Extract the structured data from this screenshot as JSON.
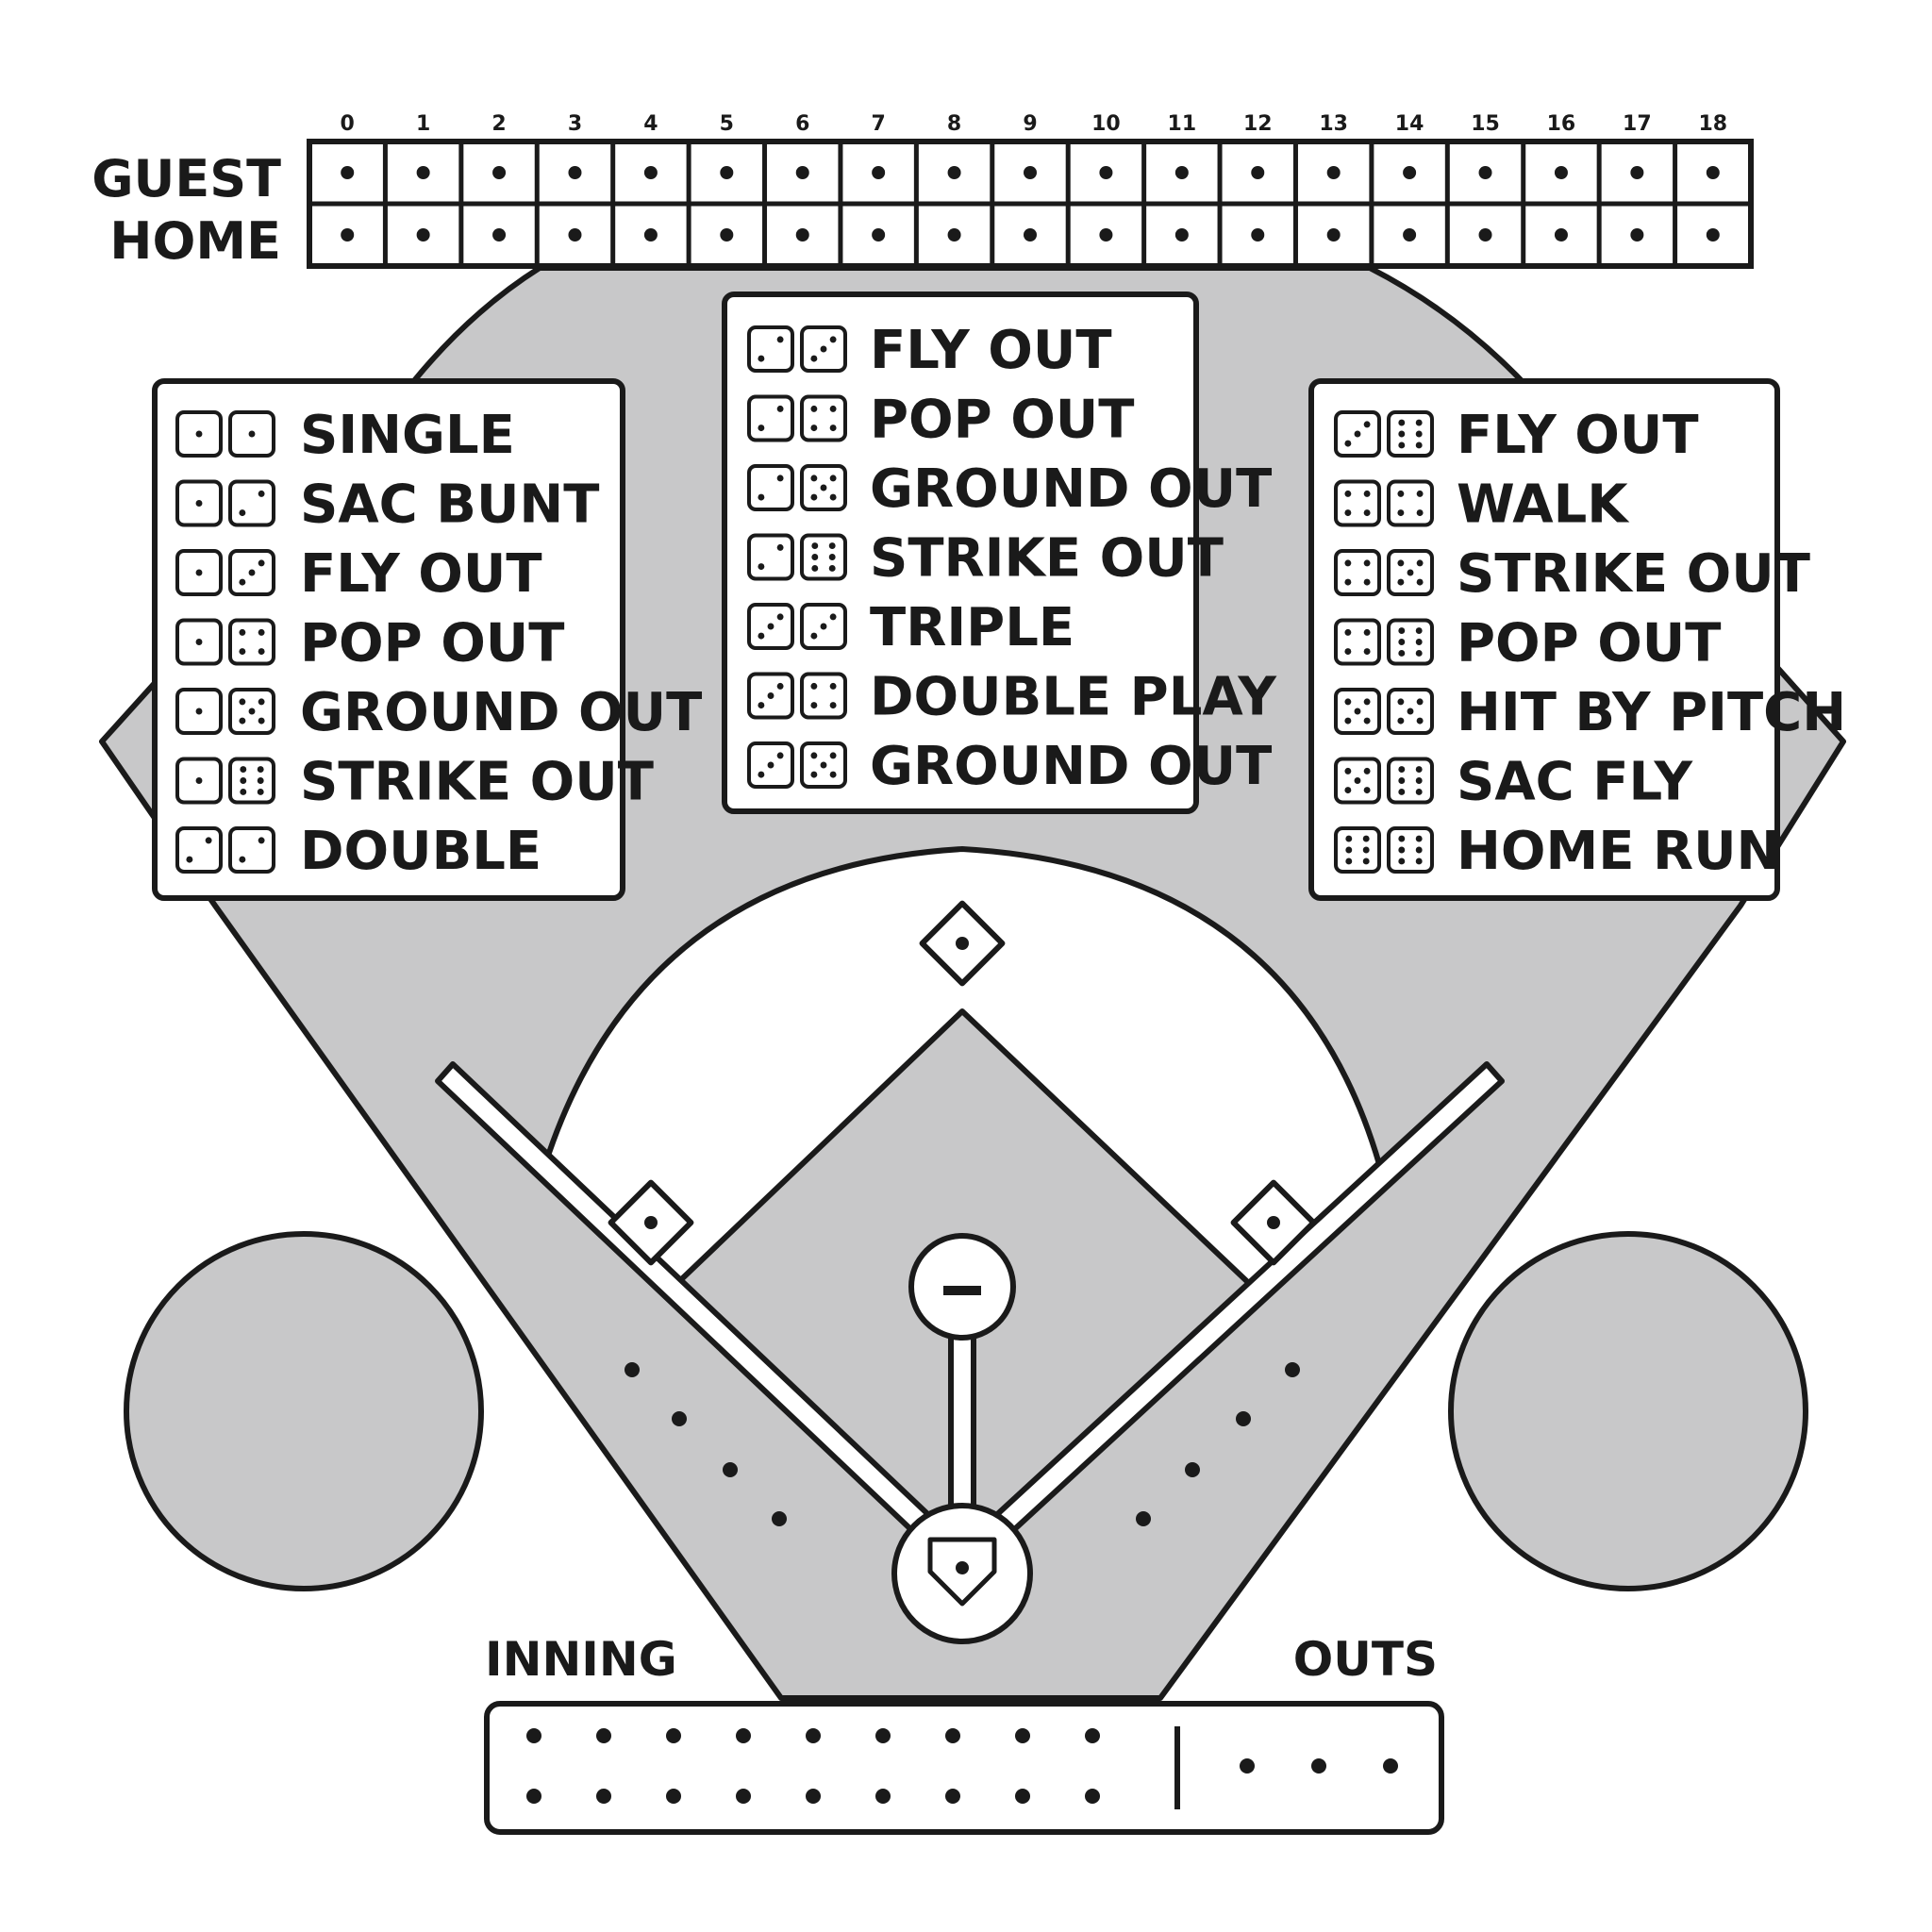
{
  "scoreboard": {
    "columns": [
      "0",
      "1",
      "2",
      "3",
      "4",
      "5",
      "6",
      "7",
      "8",
      "9",
      "10",
      "11",
      "12",
      "13",
      "14",
      "15",
      "16",
      "17",
      "18"
    ],
    "rows": [
      "GUEST",
      "HOME"
    ]
  },
  "charts": {
    "left": [
      {
        "dice": [
          1,
          1
        ],
        "result": "SINGLE"
      },
      {
        "dice": [
          1,
          2
        ],
        "result": "SAC BUNT"
      },
      {
        "dice": [
          1,
          3
        ],
        "result": "FLY OUT"
      },
      {
        "dice": [
          1,
          4
        ],
        "result": "POP OUT"
      },
      {
        "dice": [
          1,
          5
        ],
        "result": "GROUND OUT"
      },
      {
        "dice": [
          1,
          6
        ],
        "result": "STRIKE OUT"
      },
      {
        "dice": [
          2,
          2
        ],
        "result": "DOUBLE"
      }
    ],
    "center": [
      {
        "dice": [
          2,
          3
        ],
        "result": "FLY OUT"
      },
      {
        "dice": [
          2,
          4
        ],
        "result": "POP OUT"
      },
      {
        "dice": [
          2,
          5
        ],
        "result": "GROUND OUT"
      },
      {
        "dice": [
          2,
          6
        ],
        "result": "STRIKE OUT"
      },
      {
        "dice": [
          3,
          3
        ],
        "result": "TRIPLE"
      },
      {
        "dice": [
          3,
          4
        ],
        "result": "DOUBLE PLAY"
      },
      {
        "dice": [
          3,
          5
        ],
        "result": "GROUND OUT"
      }
    ],
    "right": [
      {
        "dice": [
          3,
          6
        ],
        "result": "FLY OUT"
      },
      {
        "dice": [
          4,
          4
        ],
        "result": "WALK"
      },
      {
        "dice": [
          4,
          5
        ],
        "result": "STRIKE OUT"
      },
      {
        "dice": [
          4,
          6
        ],
        "result": "POP OUT"
      },
      {
        "dice": [
          5,
          5
        ],
        "result": "HIT BY PITCH"
      },
      {
        "dice": [
          5,
          6
        ],
        "result": "SAC FLY"
      },
      {
        "dice": [
          6,
          6
        ],
        "result": "HOME RUN"
      }
    ]
  },
  "footer": {
    "inning_label": "INNING",
    "outs_label": "OUTS",
    "inning_count": 9,
    "outs_count": 3
  },
  "colors": {
    "ink": "#1a1a1a",
    "field": "#c8c8c9",
    "paper": "#ffffff"
  }
}
